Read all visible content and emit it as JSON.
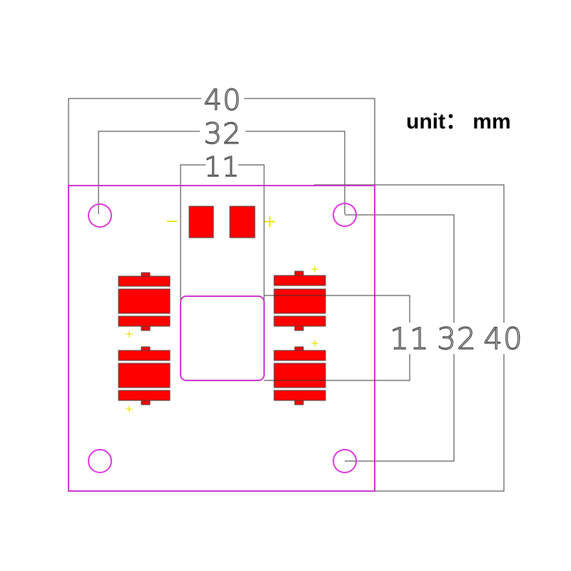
{
  "unit_label": "unit： mm",
  "dimensions": {
    "top_outer": "40",
    "top_middle": "32",
    "top_inner": "11",
    "right_inner": "11",
    "right_middle": "32",
    "right_outer": "40"
  },
  "polarity": {
    "minus": "−",
    "plus": "+"
  },
  "colors": {
    "board_outline": "#cc33cc",
    "mounting_hole": "#dd33dd",
    "pad_fill": "#ff0000",
    "pad_outline": "#444444",
    "dimension_line": "#333333",
    "polarity_mark": "#e6e600",
    "center_pad_outline": "#cc33cc"
  }
}
